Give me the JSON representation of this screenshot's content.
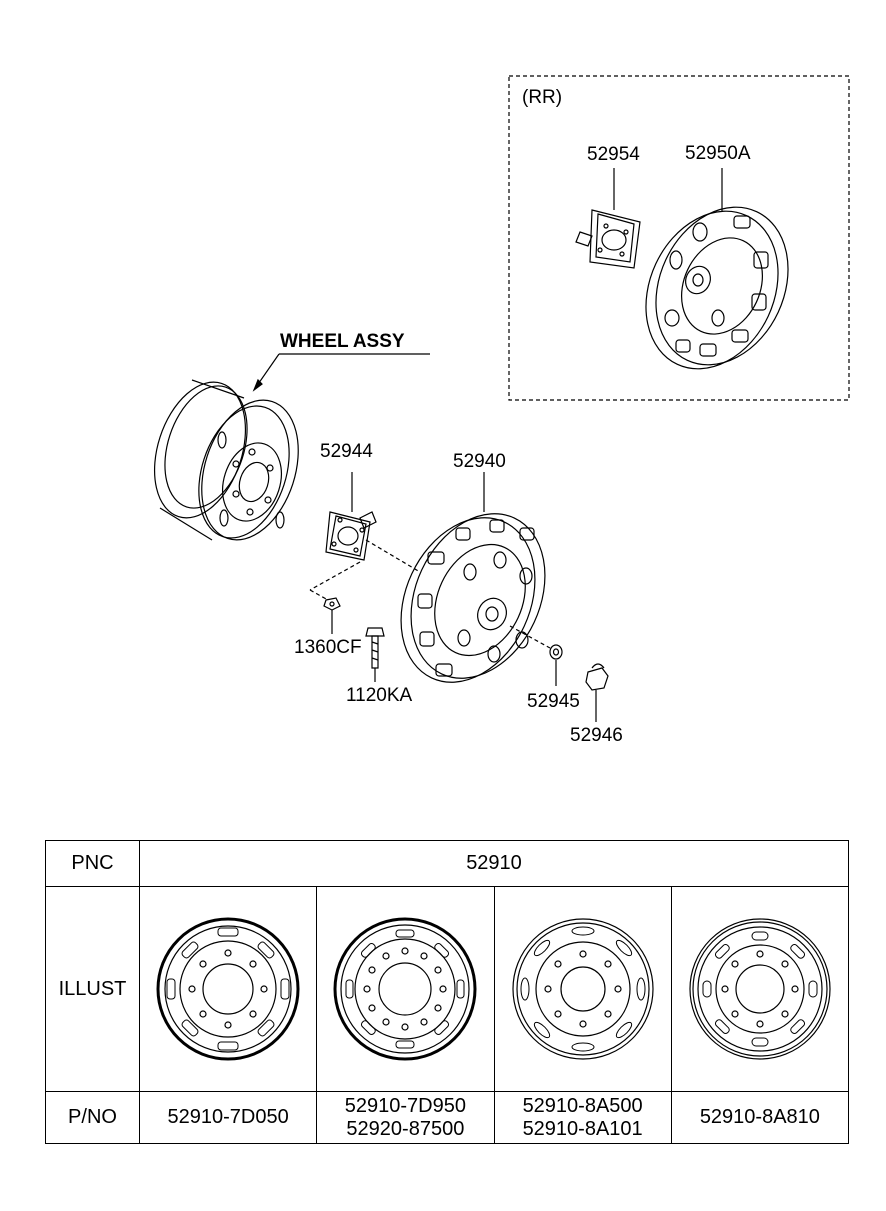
{
  "diagram": {
    "rr_label": "(RR)",
    "wheel_assy_label": "WHEEL ASSY",
    "callouts": {
      "p52954": "52954",
      "p52950A": "52950A",
      "p52944": "52944",
      "p52940": "52940",
      "p1360CF": "1360CF",
      "p1120KA": "1120KA",
      "p52945": "52945",
      "p52946": "52946"
    }
  },
  "table": {
    "pnc_header": "PNC",
    "pnc_value": "52910",
    "illust_header": "ILLUST",
    "pno_header": "P/NO",
    "columns": [
      {
        "pno": [
          "52910-7D050"
        ]
      },
      {
        "pno": [
          "52910-7D950",
          "52920-87500"
        ]
      },
      {
        "pno": [
          "52910-8A500",
          "52910-8A101"
        ]
      },
      {
        "pno": [
          "52910-8A810"
        ]
      }
    ]
  }
}
